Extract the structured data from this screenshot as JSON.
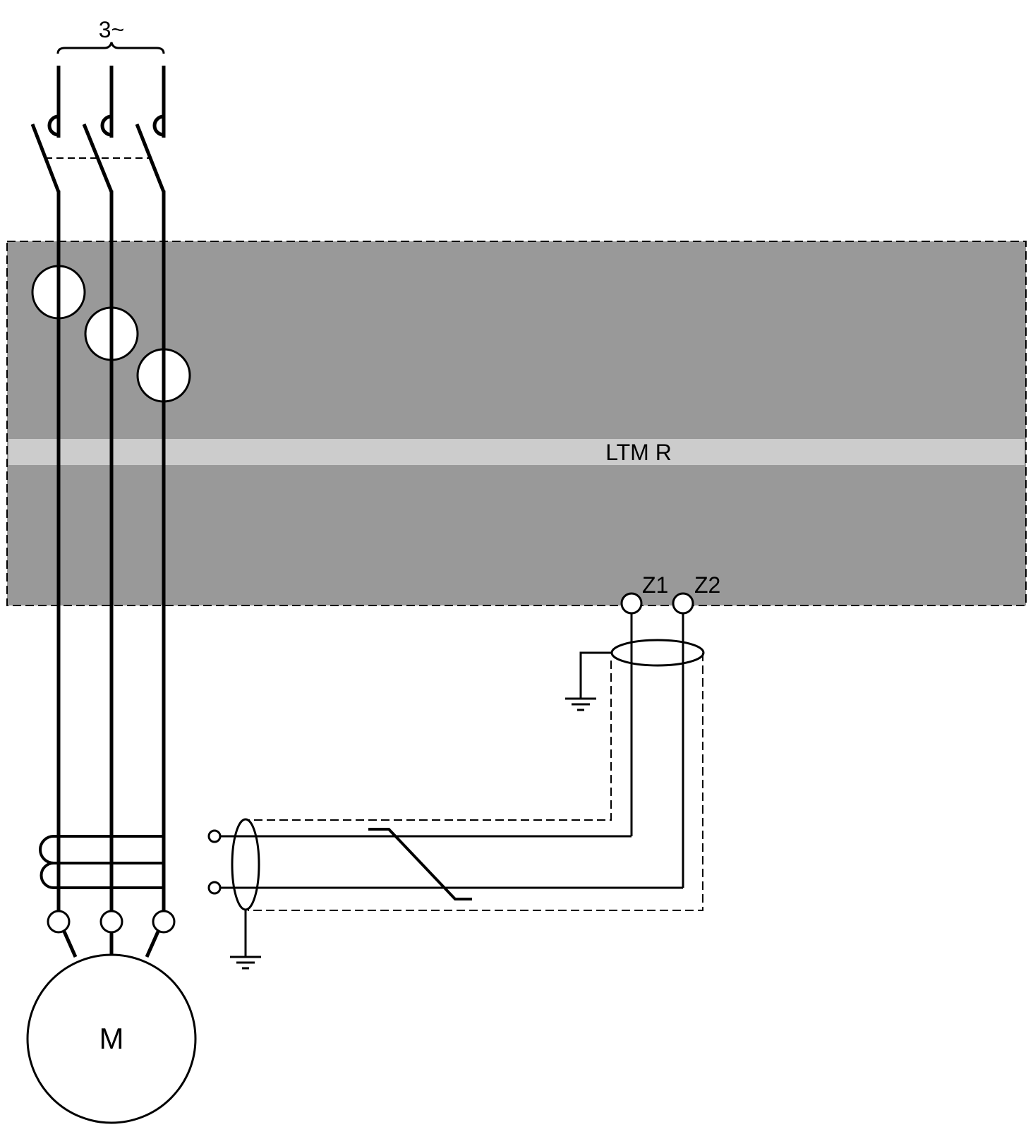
{
  "supply": {
    "label": "3~"
  },
  "module": {
    "label": "LTM R",
    "box_color": "#999999",
    "band_color": "#cccccc"
  },
  "terminals": {
    "z1": "Z1",
    "z2": "Z2"
  },
  "motor": {
    "label": "M"
  },
  "colors": {
    "line": "#000000",
    "background": "#ffffff"
  }
}
